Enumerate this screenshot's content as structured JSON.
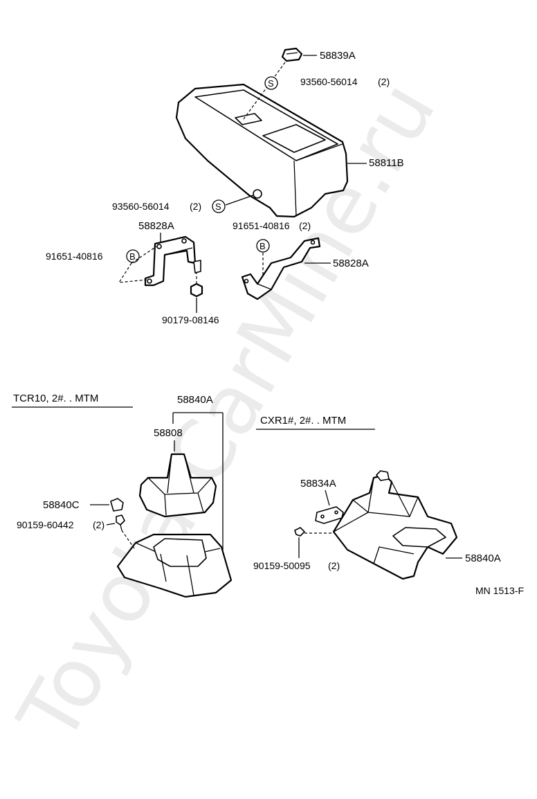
{
  "watermark": "Toyota-CarMine.ru",
  "diagram_code": "MN 1513-F",
  "variants": {
    "left": "TCR10, 2#. . MTM",
    "right": "CXR1#, 2#. . MTM"
  },
  "callouts": {
    "c1": "58839A",
    "c2": "93560-56014",
    "c2q": "(2)",
    "c3": "58811B",
    "c4": "93560-56014",
    "c4q": "(2)",
    "c5": "58828A",
    "c6": "91651-40816",
    "c6q": "(2)",
    "c7": "91651-40816",
    "c8": "58828A",
    "c9": "90179-08146",
    "c10": "58840A",
    "c11": "58808",
    "c12": "58840C",
    "c13": "90159-60442",
    "c13q": "(2)",
    "c14": "58834A",
    "c15": "90159-50095",
    "c15q": "(2)",
    "c16": "58840A"
  },
  "symbols": {
    "s": "S",
    "b": "B"
  }
}
